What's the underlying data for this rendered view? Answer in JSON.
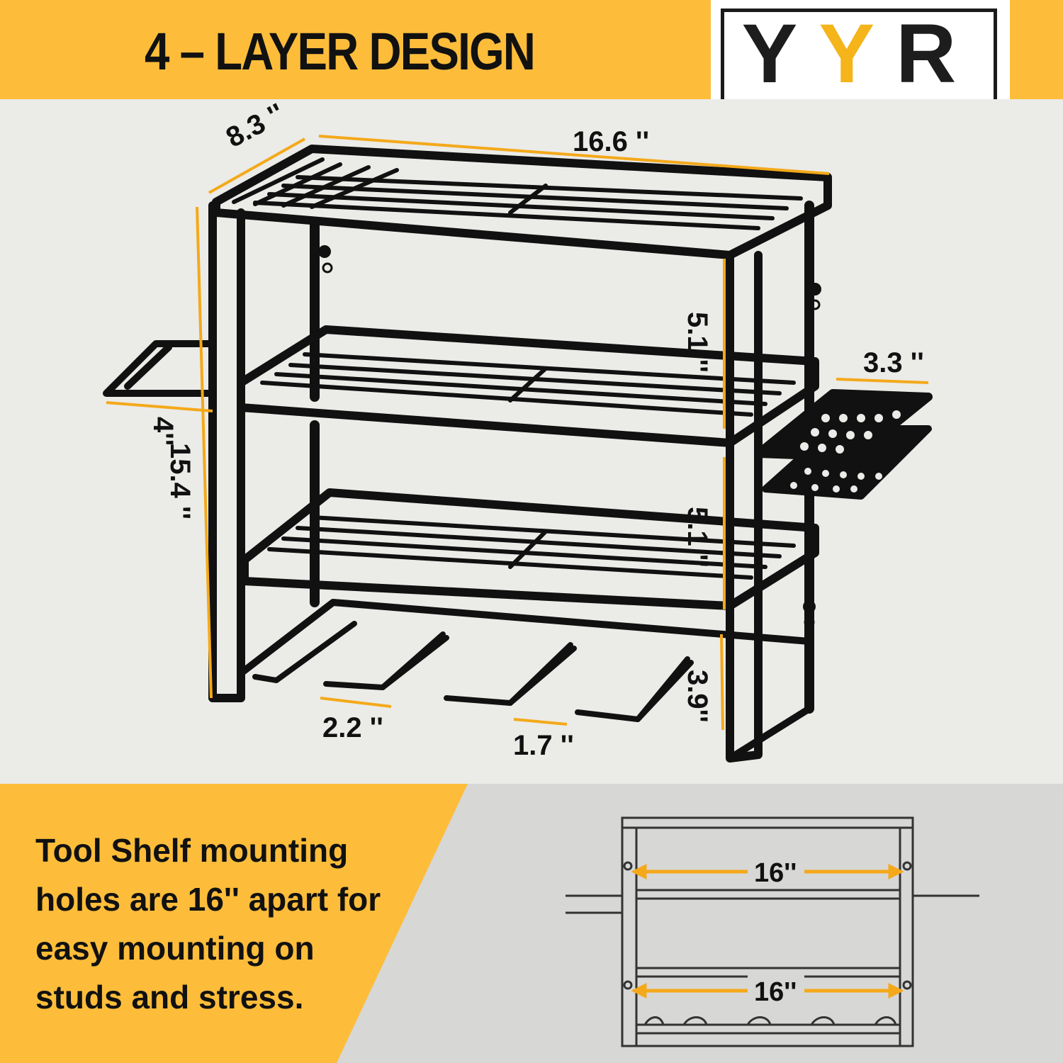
{
  "brand": {
    "logo_text": "YYR",
    "accent_color": "#f4b41a"
  },
  "header": {
    "title": "4 – LAYER DESIGN",
    "background": "#fdbd3a"
  },
  "dimensions": {
    "depth": "8.3 ''",
    "width": "16.6 ''",
    "height": "15.4 ''",
    "side_hook": "4''",
    "shelf_gap_upper": "5.1 ''",
    "shelf_gap_lower": "5.1 ''",
    "bottom_gap": "3.9''",
    "bit_holder": "3.3 ''",
    "slot_width": "2.2 ''",
    "slot_gap": "1.7 ''"
  },
  "mounting": {
    "description": "Tool Shelf mounting holes are 16'' apart for easy mounting on studs and stress.",
    "top_spacing": "16''",
    "bottom_spacing": "16''"
  },
  "product": {
    "name": "tool-shelf-4-layer",
    "color": "#111111"
  }
}
